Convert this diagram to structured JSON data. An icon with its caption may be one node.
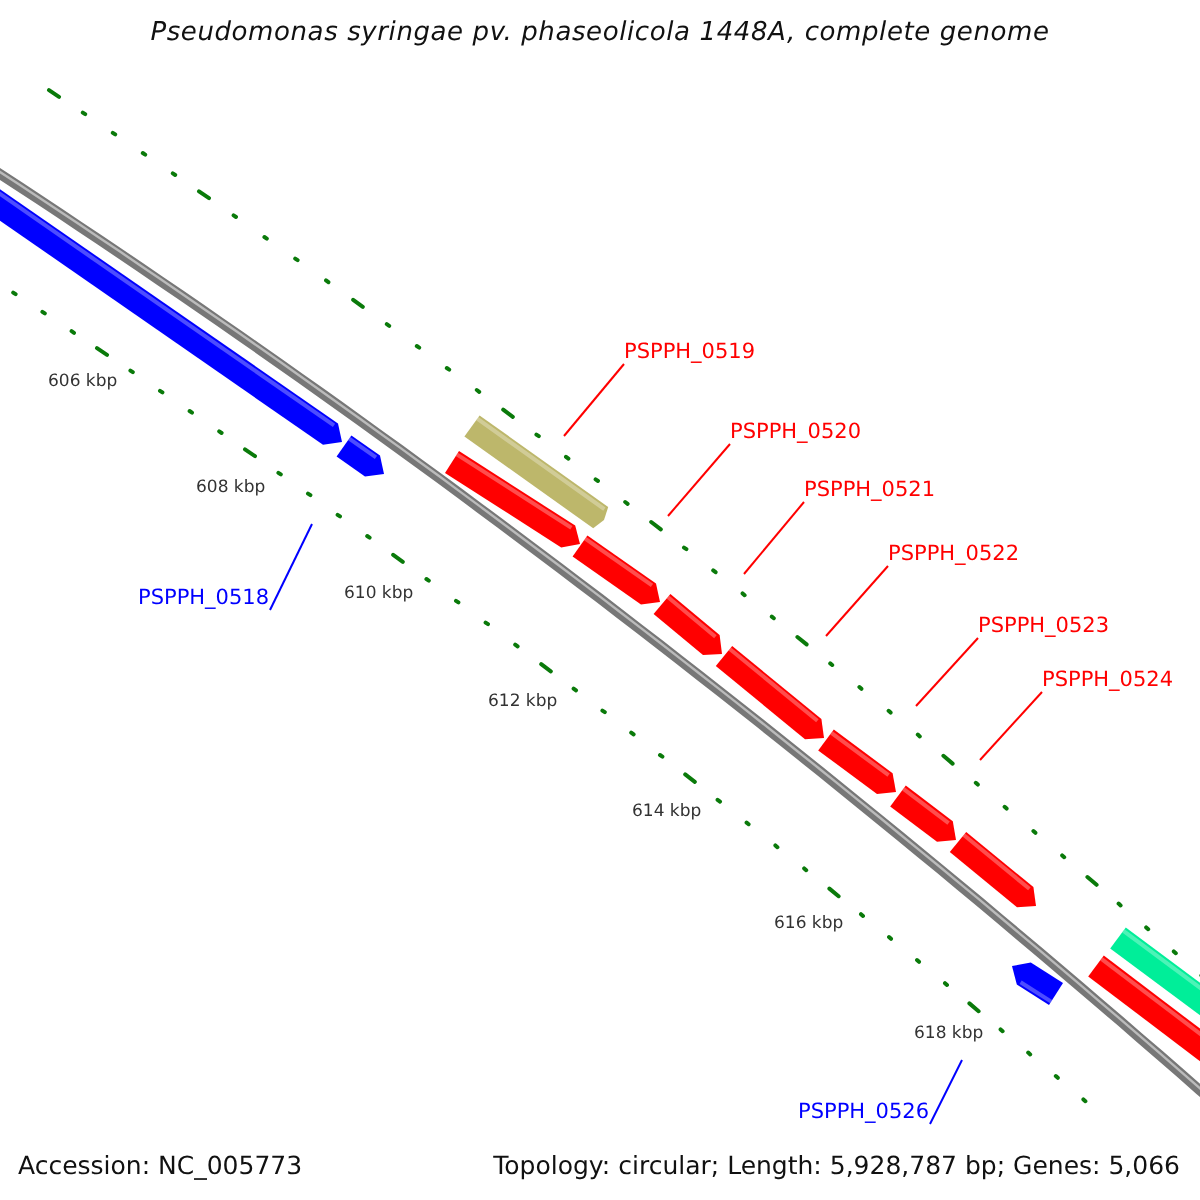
{
  "diagram": {
    "title": "Pseudomonas syringae pv. phaseolicola 1448A, complete genome",
    "nodes": [
      {
        "text": [
          "PSPPH_0518"
        ]
      },
      {
        "text": [
          "PSPPH_0519"
        ]
      },
      {
        "text": [
          "PSPPH_0520"
        ]
      },
      {
        "text": [
          "PSPPH_0521"
        ]
      },
      {
        "text": [
          "PSPPH_0522"
        ]
      },
      {
        "text": [
          "PSPPH_0523"
        ]
      },
      {
        "text": [
          "PSPPH_0524"
        ]
      },
      {
        "text": [
          "PSPPH_0526"
        ]
      }
    ],
    "edges": [
      {
        "from": 0,
        "to": null,
        "arrow": "none",
        "color": "#0000ff"
      },
      {
        "from": 1,
        "to": null,
        "arrow": "none"
      },
      {
        "from": 2,
        "to": null,
        "arrow": "none"
      },
      {
        "from": 3,
        "to": null,
        "arrow": "none"
      },
      {
        "from": 4,
        "to": null,
        "arrow": "none"
      },
      {
        "from": 5,
        "to": null,
        "arrow": "none"
      },
      {
        "from": 6,
        "to": null,
        "arrow": "none"
      },
      {
        "from": 7,
        "to": null,
        "arrow": "none",
        "color": "#0000ff"
      }
    ],
    "labels": [
      "606 kbp",
      "608 kbp",
      "610 kbp",
      "612 kbp",
      "614 kbp",
      "616 kbp",
      "618 kbp",
      "Accession: NC_005773",
      "Topology: circular; Length: 5,928,787 bp; Genes: 5,066"
    ]
  }
}
